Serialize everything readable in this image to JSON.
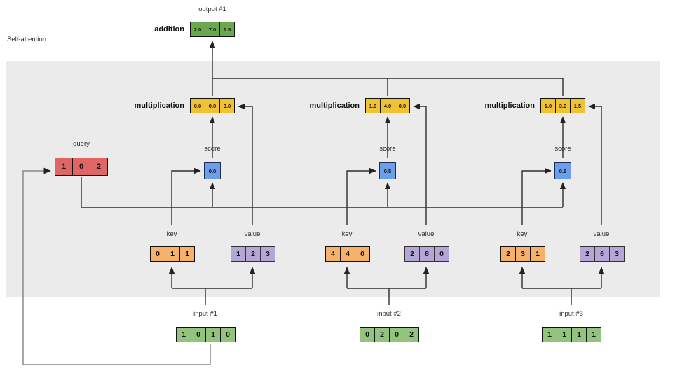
{
  "app": {
    "title": "Self-attention"
  },
  "output": {
    "label": "output #1",
    "op_label": "addition",
    "cells": [
      "2.0",
      "7.0",
      "1.5"
    ]
  },
  "query": {
    "label": "query",
    "cells": [
      "1",
      "0",
      "2"
    ]
  },
  "groups": [
    {
      "mult_label": "multiplication",
      "mult_cells": [
        "0.0",
        "0.0",
        "0.0"
      ],
      "score_label": "score",
      "score_value": "0.0",
      "key_label": "key",
      "key_cells": [
        "0",
        "1",
        "1"
      ],
      "value_label": "value",
      "value_cells": [
        "1",
        "2",
        "3"
      ],
      "input_label": "input #1",
      "input_cells": [
        "1",
        "0",
        "1",
        "0"
      ]
    },
    {
      "mult_label": "multiplication",
      "mult_cells": [
        "1.0",
        "4.0",
        "0.0"
      ],
      "score_label": "score",
      "score_value": "0.5",
      "key_label": "key",
      "key_cells": [
        "4",
        "4",
        "0"
      ],
      "value_label": "value",
      "value_cells": [
        "2",
        "8",
        "0"
      ],
      "input_label": "input #2",
      "input_cells": [
        "0",
        "2",
        "0",
        "2"
      ]
    },
    {
      "mult_label": "multiplication",
      "mult_cells": [
        "1.0",
        "3.0",
        "1.5"
      ],
      "score_label": "score",
      "score_value": "0.5",
      "key_label": "key",
      "key_cells": [
        "2",
        "3",
        "1"
      ],
      "value_label": "value",
      "value_cells": [
        "2",
        "6",
        "3"
      ],
      "input_label": "input #3",
      "input_cells": [
        "1",
        "1",
        "1",
        "1"
      ]
    }
  ],
  "colors": {
    "band_bg": "#ebebeb",
    "output_green": "#6aa84f",
    "input_green": "#93c47d",
    "mult_yellow": "#f1c232",
    "score_blue": "#6d9eeb",
    "query_red": "#e06666",
    "key_orange": "#f6b26b",
    "value_purple": "#b4a7d6",
    "wire_dark": "#2e2e2e",
    "wire_gray": "#8a8a8a"
  }
}
